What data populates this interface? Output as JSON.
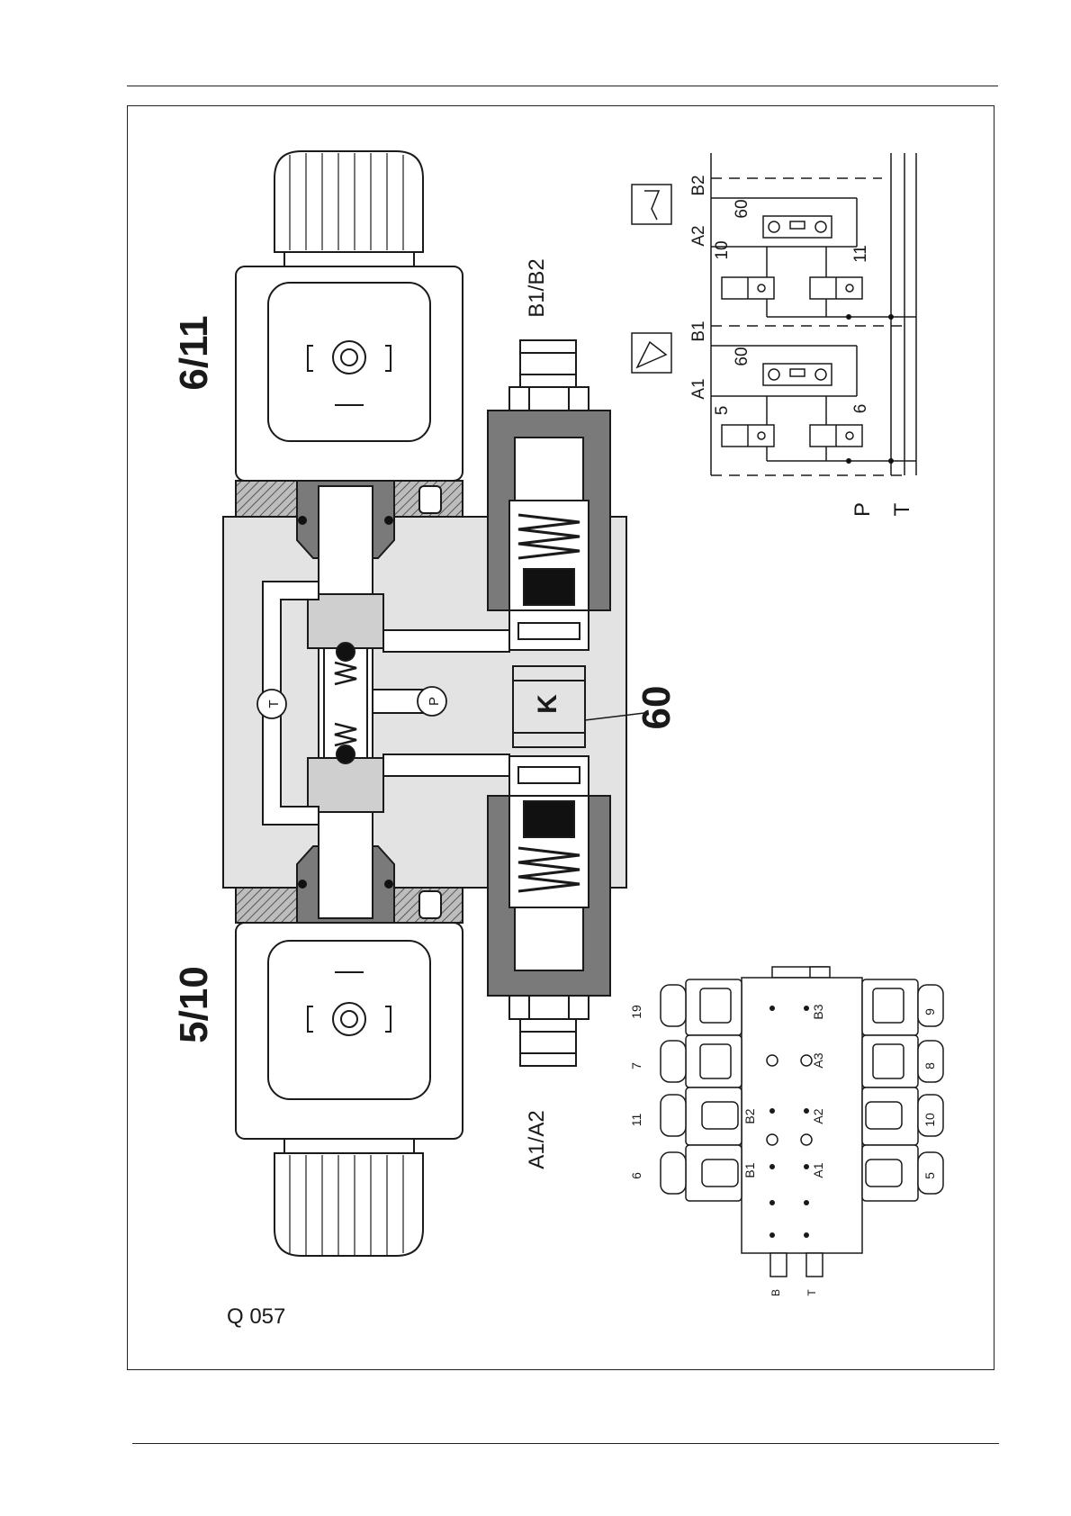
{
  "figure_ref": "Q 057",
  "labels": {
    "solenoid_top": "6/11",
    "solenoid_bottom": "5/10",
    "port_b": "B1/B2",
    "port_a": "A1/A2",
    "cartridge": "60",
    "check_letter": "K",
    "port_t": "T",
    "port_p": "P"
  },
  "schematic": {
    "b2": "B2",
    "a2": "A2",
    "b1": "B1",
    "a1": "A1",
    "n60_top": "60",
    "n60_bottom": "60",
    "n10": "10",
    "n11": "11",
    "n5": "5",
    "n6": "6",
    "p": "P",
    "t": "T"
  },
  "stack": {
    "left_numbers": [
      "19",
      "7",
      "11",
      "6"
    ],
    "right_numbers": [
      "9",
      "8",
      "10",
      "5"
    ],
    "ports": [
      "B3",
      "A3",
      "B2",
      "A2",
      "B1",
      "A1"
    ],
    "bottom_ports": [
      "B",
      "T"
    ]
  },
  "colors": {
    "line": "#1a1a1a",
    "body_fill": "#e3e3e3",
    "dark_fill": "#7a7a7a",
    "black": "#111111"
  }
}
